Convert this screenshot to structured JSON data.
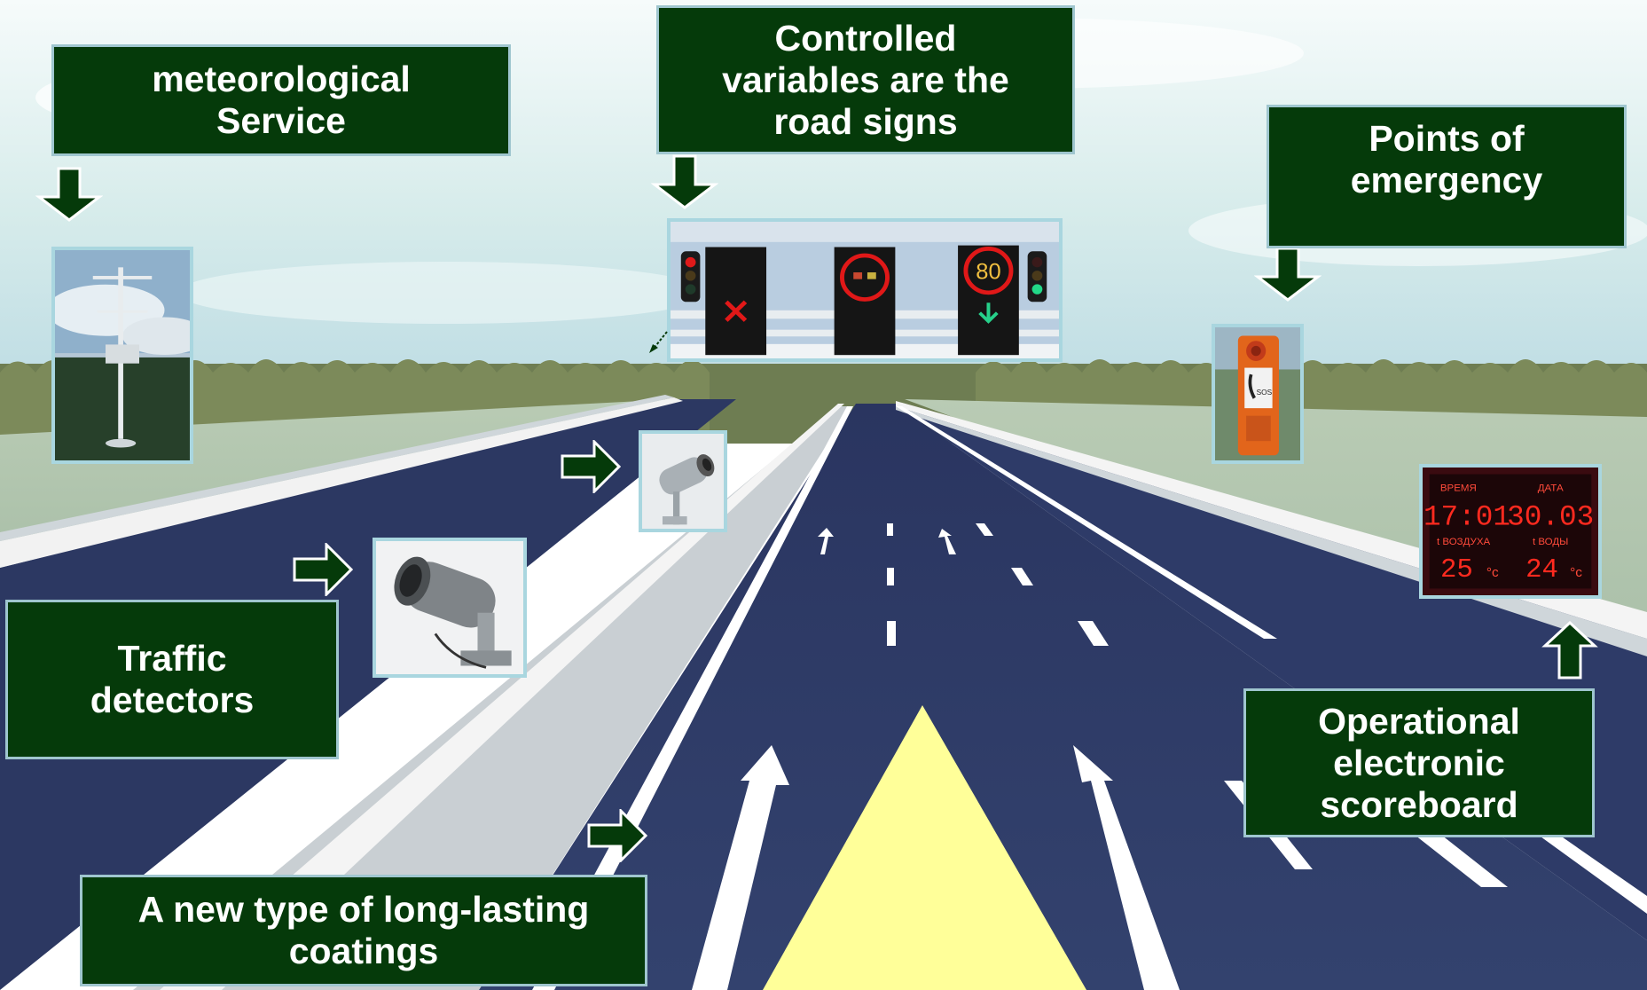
{
  "labels": {
    "meteo": [
      "meteorological",
      "Service"
    ],
    "signs": [
      "Controlled",
      "variables are the",
      "road signs"
    ],
    "emergency": [
      "Points of",
      "emergency"
    ],
    "traffic": [
      "Traffic",
      "detectors"
    ],
    "coatings": [
      "A new type of long-lasting",
      "coatings"
    ],
    "scoreboard": [
      "Operational",
      "electronic",
      "scoreboard"
    ]
  },
  "gantry_sign": {
    "speed_limit": "80"
  },
  "emergency_phone": {
    "sos_text": "SOS"
  },
  "scoreboard_display": {
    "header_time": "ВРЕМЯ",
    "header_date": "ДАТА",
    "time": "17:01",
    "date": "30.03",
    "air_label": "t ВОЗДУХА",
    "water_label": "t ВОДЫ",
    "air_temp": "25",
    "water_temp": "24",
    "unit": "°c"
  },
  "colors": {
    "label_bg": "#053a0a",
    "label_border": "#9fc6cf",
    "arrow_fill": "#053a0a",
    "road": "#2f3c66",
    "highlight_triangle": "#ffff99"
  }
}
